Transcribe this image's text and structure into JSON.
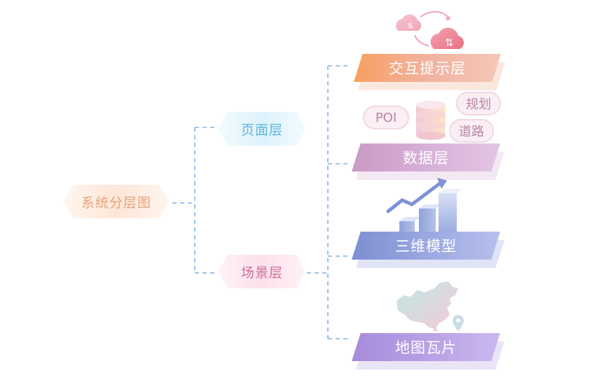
{
  "diagram": {
    "root": "系统分层图",
    "branches": [
      {
        "label": "页面层"
      },
      {
        "label": "场景层"
      }
    ],
    "layers": [
      {
        "label": "交互提示层"
      },
      {
        "label": "数据层"
      },
      {
        "label": "三维模型"
      },
      {
        "label": "地图瓦片"
      }
    ],
    "data_tags": [
      "POI",
      "规划",
      "道路"
    ],
    "icons": [
      "cloud-sync-icon",
      "database-icon",
      "bar-chart-growth-icon",
      "china-map-icon",
      "map-pin-icon"
    ]
  },
  "colors": {
    "connector": "#7fb3e6",
    "interaction": "#f7a060",
    "data": "#c99ac5",
    "model": "#7d8fd2",
    "tiles": "#a78bdb"
  }
}
